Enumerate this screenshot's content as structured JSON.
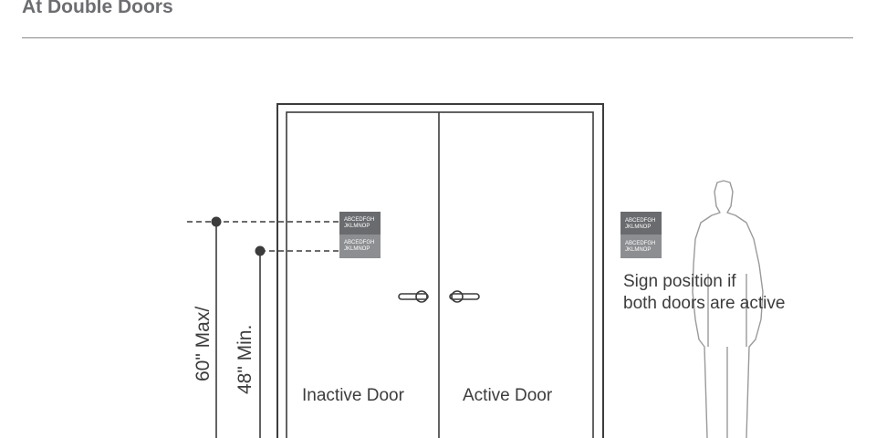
{
  "header": {
    "title": "At Double Doors"
  },
  "diagram": {
    "dimensions": {
      "max_label": "60\" Max/",
      "min_label": "48\" Min."
    },
    "doors": {
      "inactive_label": "Inactive Door",
      "active_label": "Active Door"
    },
    "sign_text": {
      "line1": "ABCEDFGH",
      "line2": "JKLMNOP"
    },
    "note": {
      "line1": "Sign position if",
      "line2": "both doors are active"
    },
    "colors": {
      "sign_top": "#6a6b6e",
      "sign_bottom": "#8d8e91",
      "line": "#3c3c3c"
    }
  }
}
